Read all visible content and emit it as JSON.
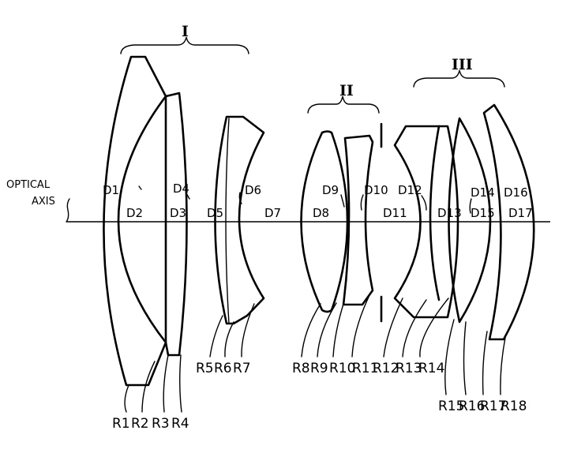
{
  "axis_label": {
    "line1": "OPTICAL",
    "line2": "AXIS"
  },
  "groups": [
    "I",
    "II",
    "III"
  ],
  "distances": [
    "D1",
    "D2",
    "D3",
    "D4",
    "D5",
    "D6",
    "D7",
    "D8",
    "D9",
    "D10",
    "D11",
    "D12",
    "D13",
    "D14",
    "D15",
    "D16",
    "D17"
  ],
  "surfaces": [
    "R1",
    "R2",
    "R3",
    "R4",
    "R5",
    "R6",
    "R7",
    "R8",
    "R9",
    "R10",
    "R11",
    "R12",
    "R13",
    "R14",
    "R15",
    "R16",
    "R17",
    "R18"
  ],
  "colors": {
    "line": "#000000",
    "background": "#ffffff"
  }
}
